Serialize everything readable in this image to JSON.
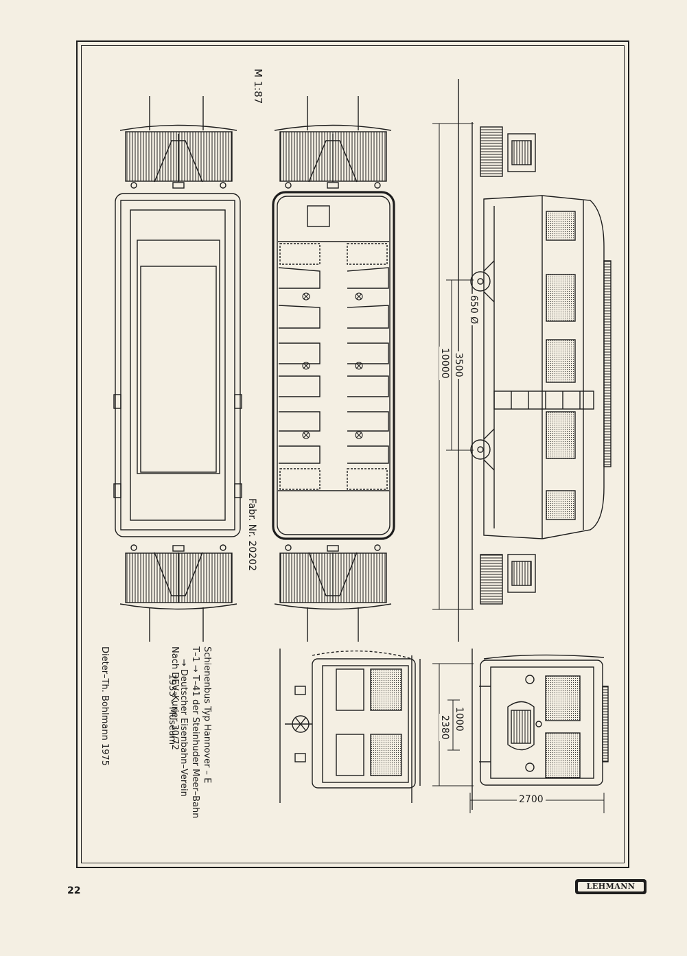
{
  "drawing": {
    "scale_label": "M 1:87",
    "factory_no": "Fabr. Nr. 20202",
    "caption": [
      "Schienenbus Typ Hannover – E",
      "T–1 → T–41 der Steinhuder Meer–Bahn",
      "→ Deutscher Eisenbahn–Verein",
      "1933 – Museum"
    ],
    "source": "Nach DEV–Kurier 30/72",
    "author": "Dieter–Th. Bohlmann 1975"
  },
  "dimensions": {
    "wheel_diameter": "650 Ø",
    "wheelbase": "3500",
    "overall_length": "10000",
    "track_gauge": "1000",
    "height": "2380",
    "width": "2700"
  },
  "footer": {
    "page_number": "22",
    "brand": "LEHMANN"
  }
}
